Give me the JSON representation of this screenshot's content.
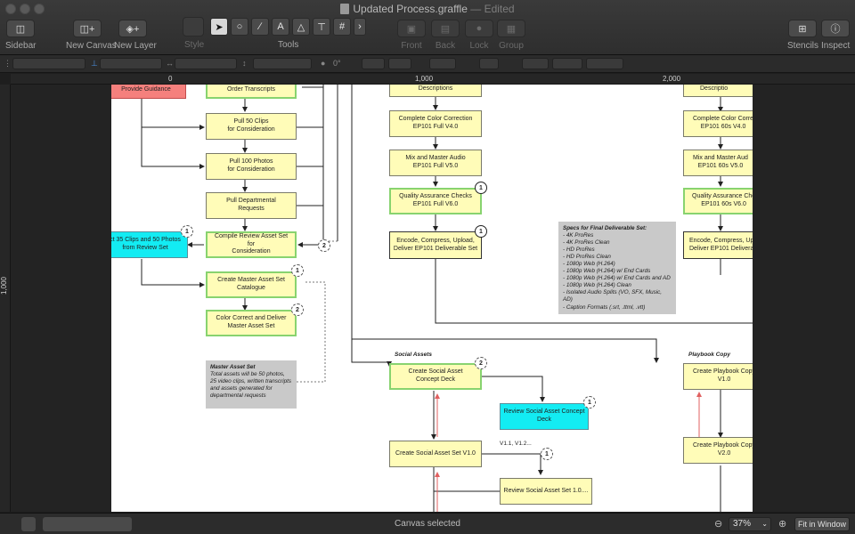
{
  "window": {
    "title": "Updated Process.graffle",
    "edited": "— Edited"
  },
  "toolbar": {
    "sidebar": "Sidebar",
    "new_canvas": "New Canvas",
    "new_layer": "New Layer",
    "style": "Style",
    "tools": "Tools",
    "front": "Front",
    "back": "Back",
    "lock": "Lock",
    "group": "Group",
    "stencils": "Stencils",
    "inspect": "Inspect",
    "tool_icons": [
      "pointer-icon",
      "shape-icon",
      "line-icon",
      "text-icon",
      "pen-icon",
      "diagram-icon",
      "grid-icon",
      "more-icon"
    ]
  },
  "inspector_bar": {
    "rotation": "0°"
  },
  "rulers": {
    "top": [
      "0",
      "1,000",
      "2,000"
    ],
    "left": [
      "1,000"
    ]
  },
  "diagram": {
    "nodes": {
      "provide_guidance": "Provide Guidance",
      "order_transcripts": "Order Transcripts",
      "pull_50": "Pull 50 Clips\nfor Consideration",
      "pull_100": "Pull 100 Photos\nfor Consideration",
      "pull_dept": "Pull Departmental\nRequests",
      "compile_review": "Compile Review Asset Set for\nConsideration",
      "select_35": "ct 35 Clips and 50 Photos\nfrom Review Set",
      "create_master": "Create Master Asset Set\nCatalogue",
      "color_correct": "Color Correct and Deliver\nMaster Asset Set",
      "descriptions": "Descriptions",
      "complete_color": "Complete Color Correction\nEP101 Full V4.0",
      "mix_master": "Mix and Master Audio\nEP101 Full V5.0",
      "qa_checks": "Quality Assurance Checks\nEP101 Full V6.0",
      "encode": "Encode, Compress, Upload,\nDeliver EP101 Deliverable Set",
      "r_descriptions": "Descriptio",
      "r_complete_color": "Complete Color Corre\nEP101 60s V4.0",
      "r_mix_master": "Mix and Master Aud\nEP101 60s V5.0",
      "r_qa": "Quality Assurance Che\nEP101 60s V6.0",
      "r_encode": "Encode, Compress, Up\nDeliver EP101 Delivera",
      "social_concept": "Create Social Asset\nConcept Deck",
      "review_social": "Review Social Asset Concept\nDeck",
      "social_set": "Create Social Asset Set V1.0",
      "review_social_set": "Review Social Asset Set 1.0....",
      "playbook_v1": "Create Playbook Copy\nV1.0",
      "playbook_v2": "Create Playbook Copy\nV2.0"
    },
    "sections": {
      "social": "Social Assets",
      "playbook": "Playbook Copy"
    },
    "labels": {
      "v_versions": "V1.1, V1.2..."
    },
    "notes": {
      "master_title": "Master Asset Set",
      "master_body": "Total assets will be 50 photos,\n25 video clips, written transcripts\nand assets generated for\ndepartmental requests",
      "specs_title": "Specs for Final Deliverable Set:",
      "specs_body": "- 4K ProRes\n- 4K ProRes Clean\n- HD ProRes\n- HD ProRes Clean\n- 1080p Web (H.264)\n- 1080p Web (H.264) w/ End Cards\n- 1080p Web (H.264) w/ End Cards and AD\n- 1080p Web (H.264) Clean\n- Isolated Audio Splits (VO, SFX, Music, AD)\n- Caption Formats (.srt, .ttml, .vtt)"
    },
    "badges": {
      "b1": "1",
      "b2": "2"
    }
  },
  "status": {
    "text": "Canvas selected",
    "zoom": "37%",
    "fit": "Fit in Window"
  }
}
